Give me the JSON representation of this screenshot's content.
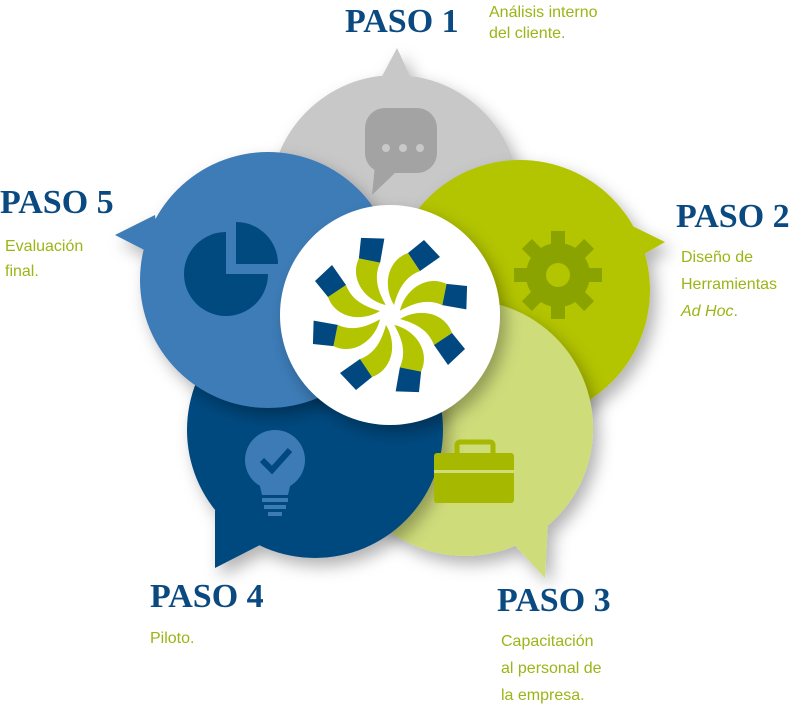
{
  "steps": [
    {
      "title": "PASO 1",
      "desc_lines": [
        "Análisis interno",
        "del cliente."
      ],
      "color": "#c8c8c8",
      "icon": "chat-bubble-icon"
    },
    {
      "title": "PASO 2",
      "desc_lines": [
        "Diseño de",
        "Herramientas"
      ],
      "desc_italic": "Ad Hoc",
      "desc_suffix": ".",
      "color": "#b3c400",
      "icon": "gear-icon"
    },
    {
      "title": "PASO 3",
      "desc_lines": [
        "Capacitación",
        "al personal de",
        "la empresa."
      ],
      "color": "#cfdc7a",
      "icon": "briefcase-icon"
    },
    {
      "title": "PASO 4",
      "desc_lines": [
        "Piloto."
      ],
      "color": "#00487f",
      "icon": "lightbulb-icon"
    },
    {
      "title": "PASO 5",
      "desc_lines": [
        "Evaluación",
        "final."
      ],
      "color": "#3d7bb7",
      "icon": "pie-chart-icon"
    }
  ],
  "colors": {
    "dark_blue": "#00487f",
    "green": "#b3c400",
    "title": "#0b4a80",
    "desc": "#9bb516"
  }
}
